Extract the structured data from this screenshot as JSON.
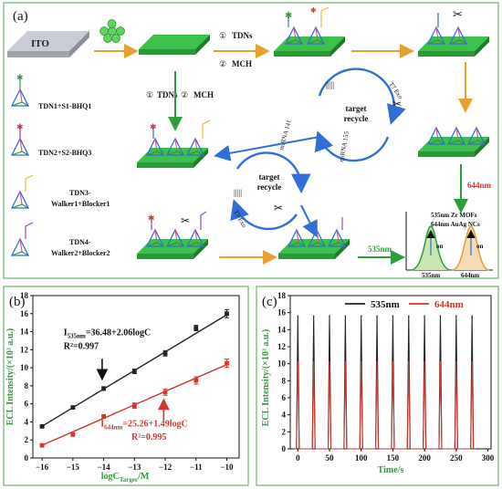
{
  "panel_a": {
    "label": "(a)",
    "ito_label": "ITO",
    "step_tdns_num": "①",
    "step_tdns": "TDNs",
    "step_mch_num": "②",
    "step_mch": "MCH",
    "legend": [
      {
        "name": "tdn1",
        "text": "TDN1+S1-BHQ1"
      },
      {
        "name": "tdn2",
        "text": "TDN2+S2-BHQ3"
      },
      {
        "name": "tdn3a",
        "text": "TDN3-"
      },
      {
        "name": "tdn3b",
        "text": "Walker1+Blocker1"
      },
      {
        "name": "tdn4a",
        "text": "TDN4-"
      },
      {
        "name": "tdn4b",
        "text": "Walker2+Blocker2"
      }
    ],
    "target_recycle_1": "target",
    "target_recycle_2": "recycle",
    "t7exo": "T7 Exo",
    "mirna141": "miRNA 141",
    "mirna155": "miRNA 155",
    "wave644": "644nm",
    "wave535": "535nm",
    "spectrum_legend_1": "535nm Zr MOFs",
    "spectrum_legend_2": "644nm AuAg NCs",
    "on": "on",
    "axis_535": "535nm",
    "axis_644": "644nm",
    "colors": {
      "accent_green": "#2e9e3a",
      "red": "#e0352b",
      "blue": "#2f6fd6",
      "orange": "#e8a030",
      "frame": "#6bb56e"
    }
  },
  "chart_data": [
    {
      "type": "scatter",
      "panel_label": "(b)",
      "xlabel": "logC",
      "xlabel_sub": "Targer",
      "xlabel_unit": "/M",
      "ylabel": "ECL Intensity/(×10³ a.u.)",
      "xlim": [
        -16.3,
        -9.6
      ],
      "ylim": [
        0,
        18
      ],
      "xticks": [
        -16,
        -15,
        -14,
        -13,
        -12,
        -11,
        -10
      ],
      "yticks": [
        0,
        2,
        4,
        6,
        8,
        10,
        12,
        14,
        16,
        18
      ],
      "series": [
        {
          "x": [
            -16,
            -15,
            -14,
            -13,
            -12,
            -11,
            -10
          ],
          "y": [
            3.5,
            5.6,
            7.7,
            9.6,
            11.6,
            14.4,
            16.0
          ],
          "err": [
            0.1,
            0.15,
            0.2,
            0.25,
            0.3,
            0.3,
            0.45
          ],
          "slope": 2.06,
          "intercept": 36.48,
          "color": "#222222"
        },
        {
          "x": [
            -16,
            -15,
            -14,
            -13,
            -12,
            -11,
            -10
          ],
          "y": [
            1.4,
            2.6,
            4.6,
            5.8,
            7.3,
            8.6,
            10.5
          ],
          "err": [
            0.1,
            0.15,
            0.2,
            0.3,
            0.35,
            0.4,
            0.45
          ],
          "slope": 1.49,
          "intercept": 25.26,
          "color": "#d2372d"
        }
      ],
      "annotations": {
        "eq1_prefix": "I",
        "eq1_sub": "535nm",
        "eq1_rest": "=36.48+2.06logC",
        "r1": "R²=0.997",
        "eq2_prefix": "I",
        "eq2_sub": "644nm",
        "eq2_rest": "=25.26+1.49logC",
        "r2": "R²=0.995"
      },
      "grid": false
    },
    {
      "type": "line",
      "panel_label": "(c)",
      "xlabel": "Time/s",
      "ylabel": "ECL Intensity/(×10³ a.u.)",
      "xlim": [
        -12,
        305
      ],
      "ylim": [
        0,
        18
      ],
      "xticks": [
        0,
        50,
        100,
        150,
        200,
        250,
        300
      ],
      "yticks": [
        0,
        2,
        4,
        6,
        8,
        10,
        12,
        14,
        16,
        18
      ],
      "legend_position": "top-center",
      "series": [
        {
          "name": "535nm",
          "color": "#222222",
          "peak_times": [
            0,
            25,
            50,
            75,
            100,
            125,
            150,
            175,
            200,
            225,
            250,
            275
          ],
          "peak_value": 15.6
        },
        {
          "name": "644nm",
          "color": "#d2372d",
          "peak_times": [
            0,
            25,
            50,
            75,
            100,
            125,
            150,
            175,
            200,
            225,
            250,
            275
          ],
          "peak_value": 10.2
        }
      ],
      "grid": false
    }
  ]
}
